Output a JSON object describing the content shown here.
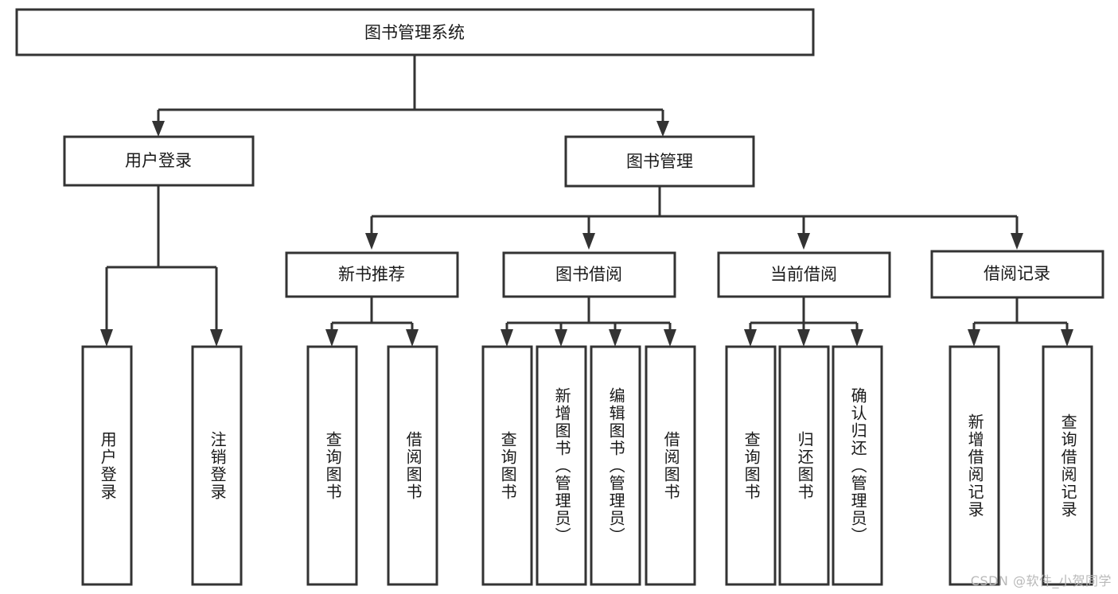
{
  "diagram": {
    "type": "tree",
    "title": "图书管理系统",
    "orientation": "top-down",
    "colors": {
      "box_fill": "#ffffff",
      "box_stroke": "#333333",
      "text": "#1a1a1a",
      "background": "#ffffff",
      "watermark": "#b9b9b9"
    },
    "root": {
      "label": "图书管理系统"
    },
    "level1": [
      {
        "label": "用户登录"
      },
      {
        "label": "图书管理"
      }
    ],
    "level2": [
      {
        "label": "新书推荐"
      },
      {
        "label": "图书借阅"
      },
      {
        "label": "当前借阅"
      },
      {
        "label": "借阅记录"
      }
    ],
    "leaves": {
      "user_login": [
        {
          "label": "用户登录"
        },
        {
          "label": "注销登录"
        }
      ],
      "new_book_recommend": [
        {
          "label": "查询图书"
        },
        {
          "label": "借阅图书"
        }
      ],
      "book_borrow": [
        {
          "label": "查询图书"
        },
        {
          "label": "新增图书（管理员）"
        },
        {
          "label": "编辑图书（管理员）"
        },
        {
          "label": "借阅图书"
        }
      ],
      "current_borrow": [
        {
          "label": "查询图书"
        },
        {
          "label": "归还图书"
        },
        {
          "label": "确认归还（管理员）"
        }
      ],
      "borrow_record": [
        {
          "label": "新增借阅记录"
        },
        {
          "label": "查询借阅记录"
        }
      ]
    }
  },
  "watermark": {
    "text": "CSDN @软件_小贺同学"
  }
}
